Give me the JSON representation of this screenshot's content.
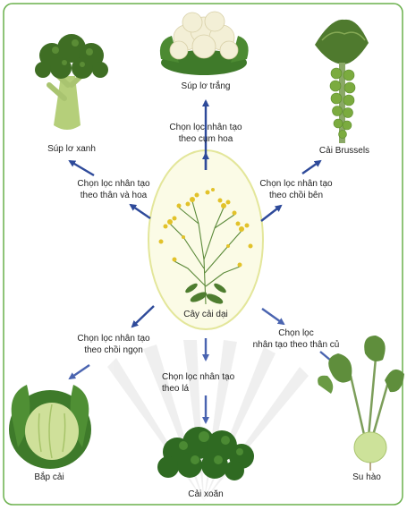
{
  "center": {
    "name": "Cây cải dại"
  },
  "plants": [
    {
      "key": "suplotrang",
      "name": "Súp lơ trắng",
      "icon": "cauliflower-icon"
    },
    {
      "key": "suploxanh",
      "name": "Súp lơ xanh",
      "icon": "broccoli-icon"
    },
    {
      "key": "brussels",
      "name": "Cải Brussels",
      "icon": "brussels-sprouts-icon"
    },
    {
      "key": "bapcai",
      "name": "Bắp cải",
      "icon": "cabbage-icon"
    },
    {
      "key": "caixoan",
      "name": "Cải xoăn",
      "icon": "kale-icon"
    },
    {
      "key": "suhao",
      "name": "Su hào",
      "icon": "kohlrabi-icon"
    }
  ],
  "labels": {
    "cumhoa": [
      "Chọn lọc nhân tạo",
      "theo cụm hoa"
    ],
    "thanhoa": [
      "Chọn lọc nhân tạo",
      "theo thân và hoa"
    ],
    "choiben": [
      "Chọn lọc nhân tạo",
      "theo chồi bên"
    ],
    "choingon": [
      "Chọn lọc nhân tạo",
      "theo chồi ngọn"
    ],
    "la": [
      "Chọn lọc nhân tạo",
      "theo lá"
    ],
    "thancu": [
      "Chọn lọc",
      "nhân tạo theo thân củ"
    ]
  },
  "colors": {
    "frame": "#6ab04c",
    "arrow": "#2e4a9a",
    "arrow_light": "#4a64b0",
    "ellipse": "#e3e69a",
    "ellipse_fill": "#fbfbe6"
  }
}
